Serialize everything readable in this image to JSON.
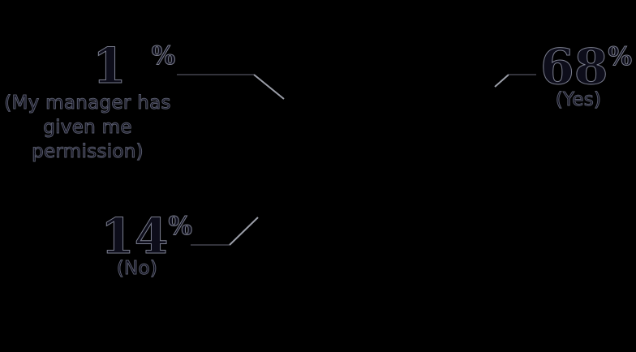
{
  "background_color": "#000000",
  "chart_data": {
    "type": "pie",
    "labels": [
      "Yes",
      "No",
      "My manager has given me permission"
    ],
    "values": [
      68,
      14,
      1
    ],
    "unit": "%",
    "title": "",
    "legend_position": "callouts",
    "note_rendering": "pie body not visible against black background; only callout labels and leader lines are rendered"
  },
  "callouts": {
    "manager_permission": {
      "number": "1",
      "percent_sign": "%",
      "caption": "(My manager has\ngiven me permission)"
    },
    "yes": {
      "number": "68",
      "percent_sign": "%",
      "caption": "(Yes)"
    },
    "no": {
      "number": "14",
      "percent_sign": "%",
      "caption": "(No)"
    }
  },
  "colors": {
    "background": "#000000",
    "text_fill": "#0d0d1a",
    "text_edge": "#a8acbe",
    "leader_line_dark": "#33333b",
    "leader_line_light": "#9b9ea8"
  }
}
